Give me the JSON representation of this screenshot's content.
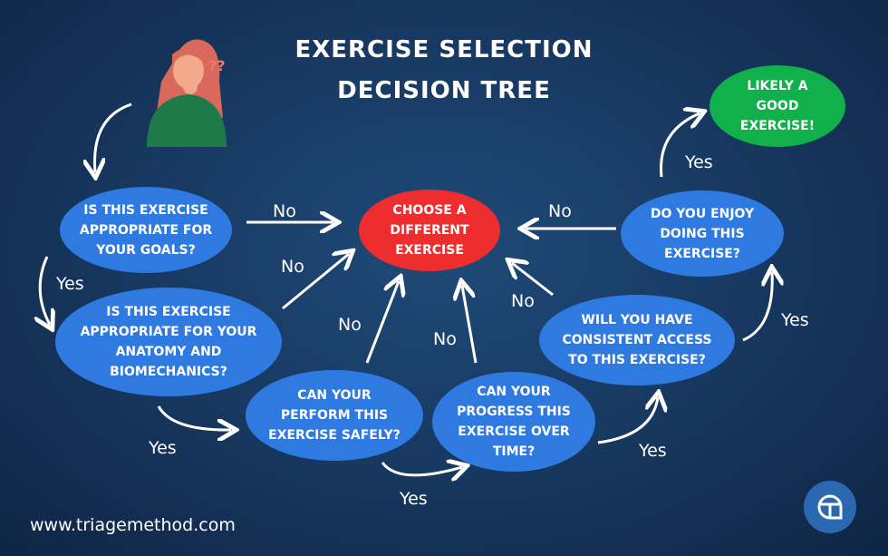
{
  "title": {
    "line1": "EXERCISE SELECTION",
    "line2": "DECISION TREE"
  },
  "nodes": {
    "goals": "IS THIS EXERCISE APPROPRIATE FOR YOUR GOALS?",
    "anatomy": "IS THIS EXERCISE APPROPRIATE FOR YOUR ANATOMY AND BIOMECHANICS?",
    "safely": "CAN YOUR PERFORM THIS EXERCISE SAFELY?",
    "progress": "CAN YOUR PROGRESS THIS EXERCISE OVER TIME?",
    "access": "WILL YOU HAVE CONSISTENT ACCESS TO THIS EXERCISE?",
    "enjoy": "DO YOU ENJOY DOING THIS EXERCISE?",
    "good": "LIKELY A GOOD EXERCISE!",
    "different": "CHOOSE A DIFFERENT EXERCISE"
  },
  "labels": {
    "no": "No",
    "yes": "Yes"
  },
  "footer": {
    "url": "www.triagemethod.com"
  },
  "colors": {
    "node": "#2e7ae0",
    "red": "#ee2e2e",
    "green": "#10b04b",
    "background": "#183a63"
  }
}
